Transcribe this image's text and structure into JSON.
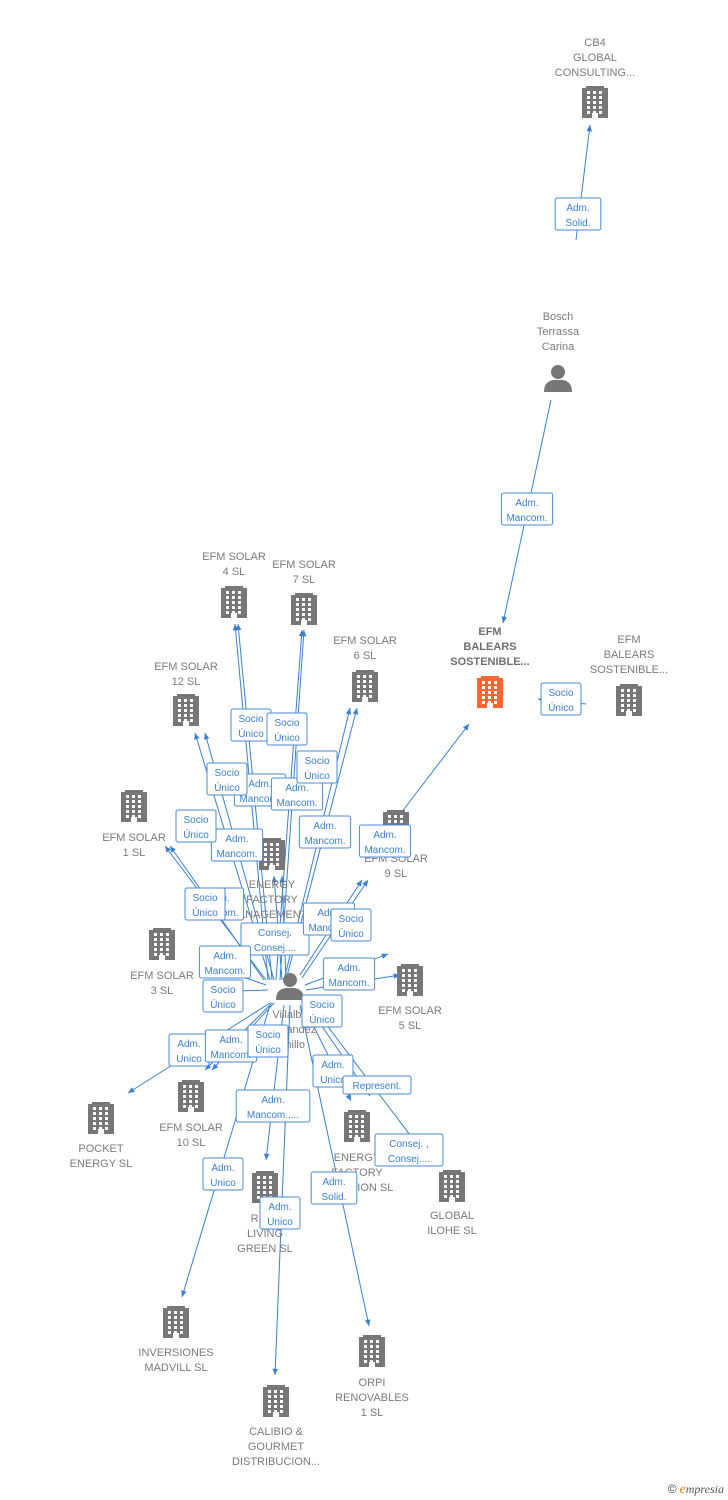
{
  "colors": {
    "edge": "#3a7fd0",
    "company": "#777777",
    "focus": "#ff6633",
    "person": "#777777",
    "label": "#7a7a7a"
  },
  "nodes": [
    {
      "id": "cb4",
      "type": "company",
      "lines": [
        "CB4",
        "GLOBAL",
        "CONSULTING..."
      ]
    },
    {
      "id": "bosch",
      "type": "person",
      "lines": [
        "Bosch",
        "Terrassa",
        "Carina"
      ]
    },
    {
      "id": "efmb",
      "type": "focus",
      "lines": [
        "EFM",
        "BALEARS",
        "SOSTENIBLE..."
      ]
    },
    {
      "id": "efmb2",
      "type": "company",
      "lines": [
        "EFM",
        "BALEARS",
        "SOSTENIBLE..."
      ]
    },
    {
      "id": "s4",
      "type": "company",
      "lines": [
        "EFM SOLAR",
        "4  SL"
      ]
    },
    {
      "id": "s7",
      "type": "company",
      "lines": [
        "EFM SOLAR",
        "7  SL"
      ]
    },
    {
      "id": "s6",
      "type": "company",
      "lines": [
        "EFM SOLAR",
        "6  SL"
      ]
    },
    {
      "id": "s12",
      "type": "company",
      "lines": [
        "EFM SOLAR",
        "12  SL"
      ]
    },
    {
      "id": "s1",
      "type": "company",
      "lines": [
        "EFM SOLAR",
        "1  SL"
      ]
    },
    {
      "id": "efm",
      "type": "company",
      "lines": [
        "ENERGY",
        "FACTORY",
        "MANAGEMENT..."
      ]
    },
    {
      "id": "s9",
      "type": "company",
      "lines": [
        "EFM SOLAR",
        "9  SL"
      ]
    },
    {
      "id": "s3",
      "type": "company",
      "lines": [
        "EFM SOLAR",
        "3  SL"
      ]
    },
    {
      "id": "s5",
      "type": "company",
      "lines": [
        "EFM SOLAR",
        "5  SL"
      ]
    },
    {
      "id": "villalba",
      "type": "person",
      "lines": [
        "Villalba",
        "Fernandez",
        "Emilio"
      ]
    },
    {
      "id": "pocket",
      "type": "company",
      "lines": [
        "POCKET",
        "ENERGY  SL"
      ]
    },
    {
      "id": "s10",
      "type": "company",
      "lines": [
        "EFM SOLAR",
        "10  SL"
      ]
    },
    {
      "id": "efs",
      "type": "company",
      "lines": [
        "ENERGY",
        "FACTORY",
        "SOLUTION  SL"
      ]
    },
    {
      "id": "global",
      "type": "company",
      "lines": [
        "GLOBAL",
        "ILOHE  SL"
      ]
    },
    {
      "id": "real",
      "type": "company",
      "lines": [
        "REAL",
        "LIVING",
        "GREEN  SL"
      ]
    },
    {
      "id": "inv",
      "type": "company",
      "lines": [
        "INVERSIONES",
        "MADVILL  SL"
      ]
    },
    {
      "id": "orpi",
      "type": "company",
      "lines": [
        "ORPI",
        "RENOVABLES",
        "1  SL"
      ]
    },
    {
      "id": "calibio",
      "type": "company",
      "lines": [
        "CALIBIO &",
        "GOURMET",
        "DISTRIBUCION..."
      ]
    }
  ],
  "edges": [
    {
      "from": "bosch",
      "to": "cb4",
      "label": [
        "Adm.",
        "Solid."
      ]
    },
    {
      "from": "bosch",
      "to": "efmb",
      "label": [
        "Adm.",
        "Mancom."
      ]
    },
    {
      "from": "efmb2",
      "to": "efmb",
      "label": [
        "Socio",
        "Único"
      ]
    },
    {
      "from": "villalba",
      "to": "efmb",
      "label": [
        "Adm.",
        "Mancom."
      ]
    },
    {
      "from": "villalba",
      "to": "s4",
      "label": [
        "Socio",
        "Único"
      ]
    },
    {
      "from": "villalba",
      "to": "s4",
      "label": [
        "Adm.",
        "Mancom."
      ]
    },
    {
      "from": "villalba",
      "to": "s7",
      "label": [
        "Socio",
        "Único"
      ]
    },
    {
      "from": "villalba",
      "to": "s7",
      "label": [
        "Adm.",
        "Mancom."
      ]
    },
    {
      "from": "villalba",
      "to": "s6",
      "label": [
        "Socio",
        "Único"
      ]
    },
    {
      "from": "villalba",
      "to": "s6",
      "label": [
        "Adm.",
        "Mancom."
      ]
    },
    {
      "from": "villalba",
      "to": "s12",
      "label": [
        "Socio",
        "Único"
      ]
    },
    {
      "from": "villalba",
      "to": "s12",
      "label": [
        "Adm.",
        "Mancom."
      ]
    },
    {
      "from": "villalba",
      "to": "s1",
      "label": [
        "Socio",
        "Único"
      ]
    },
    {
      "from": "villalba",
      "to": "s1",
      "label": [
        "Adm.",
        "Mancom."
      ]
    },
    {
      "from": "villalba",
      "to": "efm",
      "label": [
        "Socio",
        "Único"
      ]
    },
    {
      "from": "villalba",
      "to": "efm",
      "label": [
        "Consej.",
        "Consej...."
      ]
    },
    {
      "from": "villalba",
      "to": "s9",
      "label": [
        "Adm.",
        "Mancom."
      ]
    },
    {
      "from": "villalba",
      "to": "s9",
      "label": [
        "Socio",
        "Único"
      ]
    },
    {
      "from": "villalba",
      "to": "s3",
      "label": [
        "Adm.",
        "Mancom."
      ]
    },
    {
      "from": "villalba",
      "to": "s3",
      "label": [
        "Socio",
        "Único"
      ]
    },
    {
      "from": "villalba",
      "to": "s5",
      "label": [
        "Adm.",
        "Mancom."
      ]
    },
    {
      "from": "villalba",
      "to": "s5",
      "label": [
        "Socio",
        "Único"
      ]
    },
    {
      "from": "villalba",
      "to": "pocket",
      "label": [
        "Adm.",
        "Unico"
      ]
    },
    {
      "from": "villalba",
      "to": "s10",
      "label": [
        "Adm.",
        "Mancom."
      ]
    },
    {
      "from": "villalba",
      "to": "s10",
      "label": [
        "Socio",
        "Único"
      ]
    },
    {
      "from": "villalba",
      "to": "efs",
      "label": [
        "Adm.",
        "Unico"
      ]
    },
    {
      "from": "villalba",
      "to": "efs",
      "label": [
        "Represent."
      ]
    },
    {
      "from": "villalba",
      "to": "global",
      "label": [
        "Consej. ,",
        "Consej...."
      ]
    },
    {
      "from": "villalba",
      "to": "real",
      "label": [
        "Adm.",
        "Mancom.,..."
      ]
    },
    {
      "from": "villalba",
      "to": "inv",
      "label": [
        "Adm.",
        "Unico"
      ]
    },
    {
      "from": "villalba",
      "to": "orpi",
      "label": [
        "Adm.",
        "Solid."
      ]
    },
    {
      "from": "villalba",
      "to": "calibio",
      "label": [
        "Adm.",
        "Unico"
      ]
    }
  ],
  "footer": {
    "copyright": "©",
    "brand_e": "e",
    "brand_rest": "mpresia"
  }
}
